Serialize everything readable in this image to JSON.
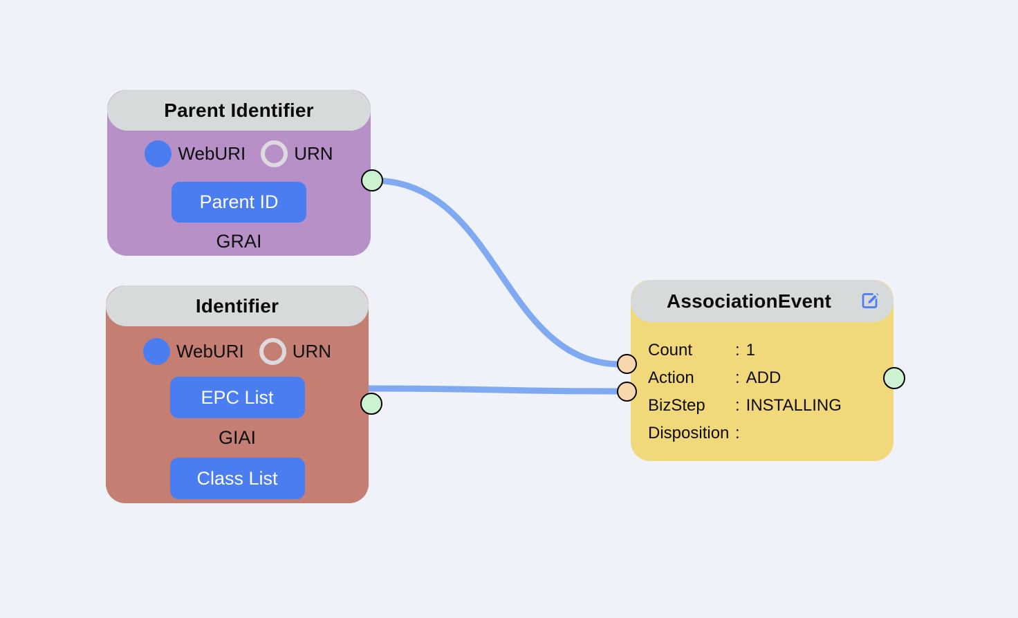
{
  "canvas": {
    "background": "#eff2f8",
    "edge_color": "#7fa9f0"
  },
  "colors": {
    "header_gray": "#d7dadb",
    "accent_blue": "#4a7df0",
    "parent_body_purple": "#b690c7",
    "identifier_body_salmon": "#c57e72",
    "event_body_yellow": "#f1d97b",
    "handle_green": "#cdf2d2",
    "handle_orange": "#f8d7ad",
    "handle_border": "#000000"
  },
  "nodes": {
    "parent_identifier": {
      "title": "Parent Identifier",
      "radios": [
        {
          "label": "WebURI",
          "selected": true
        },
        {
          "label": "URN",
          "selected": false
        }
      ],
      "button": "Parent ID",
      "footer": "GRAI"
    },
    "identifier": {
      "title": "Identifier",
      "radios": [
        {
          "label": "WebURI",
          "selected": true
        },
        {
          "label": "URN",
          "selected": false
        }
      ],
      "button_top": "EPC List",
      "middle": "GIAI",
      "button_bottom": "Class List"
    },
    "association_event": {
      "title": "AssociationEvent",
      "separator": ":",
      "rows": [
        {
          "label": "Count",
          "value": "1"
        },
        {
          "label": "Action",
          "value": "ADD"
        },
        {
          "label": "BizStep",
          "value": "INSTALLING"
        },
        {
          "label": "Disposition",
          "value": ""
        }
      ],
      "icons": {
        "edit": "pencil-square"
      }
    }
  },
  "edges": [
    {
      "name": "parent-identifier-to-association-event"
    },
    {
      "name": "identifier-to-association-event"
    }
  ]
}
